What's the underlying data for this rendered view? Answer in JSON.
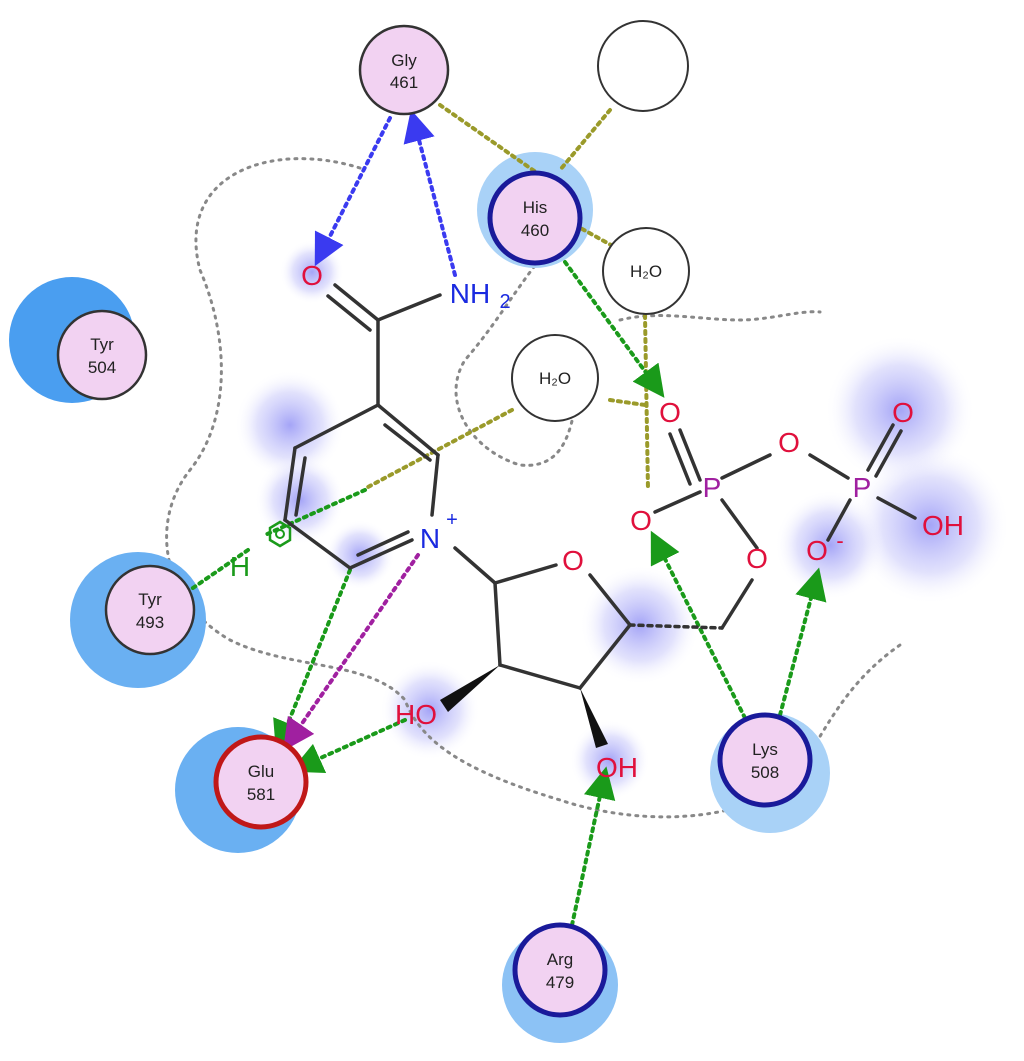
{
  "diagram": {
    "residues": [
      {
        "id": "gly461",
        "name": "Gly",
        "num": "461"
      },
      {
        "id": "his460",
        "name": "His",
        "num": "460"
      },
      {
        "id": "tyr504",
        "name": "Tyr",
        "num": "504"
      },
      {
        "id": "tyr493",
        "name": "Tyr",
        "num": "493"
      },
      {
        "id": "glu581",
        "name": "Glu",
        "num": "581"
      },
      {
        "id": "lys508",
        "name": "Lys",
        "num": "508"
      },
      {
        "id": "arg479",
        "name": "Arg",
        "num": "479"
      }
    ],
    "waters": [
      {
        "id": "water1",
        "label": "H₂O"
      },
      {
        "id": "water2",
        "label": "H₂O"
      }
    ],
    "atoms": {
      "carbonyl_o": "O",
      "amide_n": "NH",
      "amide_sub": "2",
      "ring_n": "N",
      "ring_n_charge": "+",
      "ribose_o": "O",
      "ho_left": "HO",
      "oh_bottom": "OH",
      "phosphate_o_top": "O",
      "phosphate_o_left": "O",
      "p1": "P",
      "bridge_o": "O",
      "p2": "P",
      "p2_o_top": "O",
      "p2_oh": "OH",
      "p2_ominus": "O",
      "p2_charge": "-",
      "o5": "O",
      "h_pi": "H"
    },
    "colors": {
      "residue_fill": "#f2d2f2",
      "hbond_green": "#1a9a1a",
      "backbone_blue": "#3a3af0",
      "olive": "#9a9a2a",
      "pi_cation": "#a020a0",
      "oxygen": "#e0103c",
      "nitrogen": "#1a2ae0",
      "phosphorus": "#a020a0",
      "halo_blue": "#5aaaf0"
    }
  }
}
